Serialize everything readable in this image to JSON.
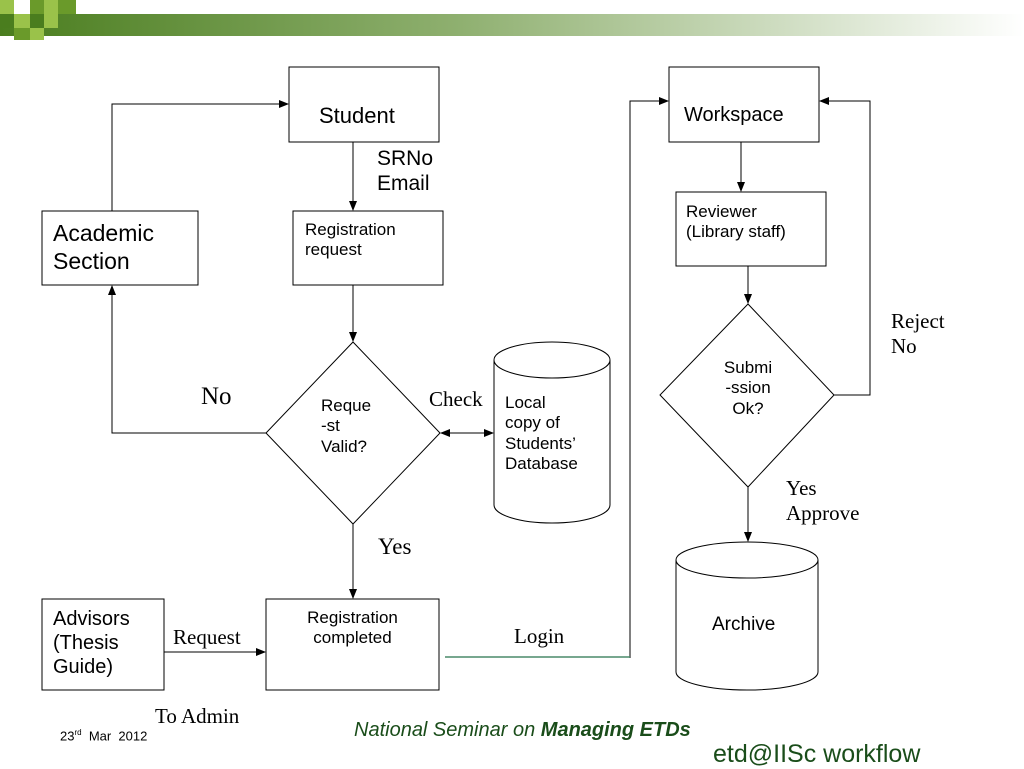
{
  "nodes": {
    "student": "Student",
    "srno_email": "SRNo\nEmail",
    "registration_request": "Registration\nrequest",
    "academic_section": "Academic\nSection",
    "request_valid": "Reque\n-st\n Valid?",
    "local_db": "Local\ncopy of\nStudents’\nDatabase",
    "advisors": "Advisors\n(Thesis\nGuide)",
    "registration_completed": "Registration\ncompleted",
    "workspace": "Workspace",
    "reviewer": "Reviewer\n(Library staff)",
    "submission_ok": "Submi\n-ssion\nOk?",
    "archive": "Archive"
  },
  "edges": {
    "no": "No",
    "check": "Check",
    "yes": "Yes",
    "request": "Request",
    "to_admin": "To Admin",
    "login": "Login",
    "reject_no": "Reject\nNo",
    "yes_approve": "Yes\nApprove"
  },
  "footer": {
    "date_day": "23",
    "date_suffix": "rd",
    "date_rest": "  Mar  2012",
    "seminar_prefix": "National Seminar on ",
    "seminar_bold": "Managing ETDs",
    "workflow_title": "etd@IISc workflow"
  },
  "colors": {
    "accent_green": "#4a8a2a",
    "text_green": "#1a4d1a"
  }
}
